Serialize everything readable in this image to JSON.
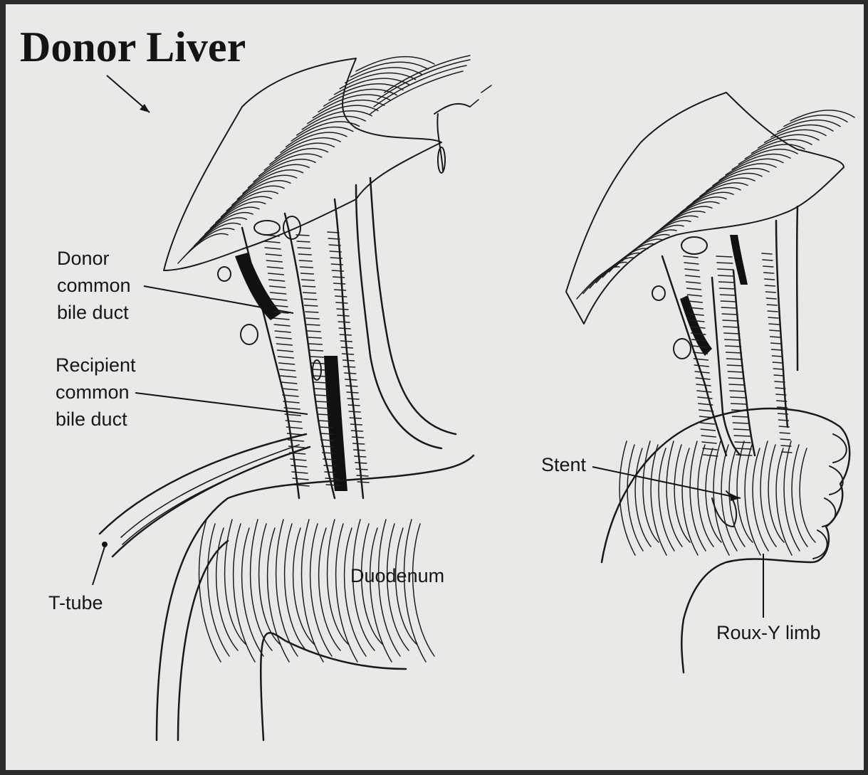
{
  "title": "Donor Liver",
  "labels": {
    "donor_cbd": [
      "Donor",
      "common",
      "bile duct"
    ],
    "recipient_cbd": [
      "Recipient",
      "common",
      "bile duct"
    ],
    "t_tube": "T-tube",
    "duodenum": "Duodenum",
    "stent": "Stent",
    "roux_limb": "Roux-Y limb"
  },
  "colors": {
    "paper": "#e9e9e7",
    "ink": "#1a1a1a",
    "frame": "#2a2a2a"
  }
}
